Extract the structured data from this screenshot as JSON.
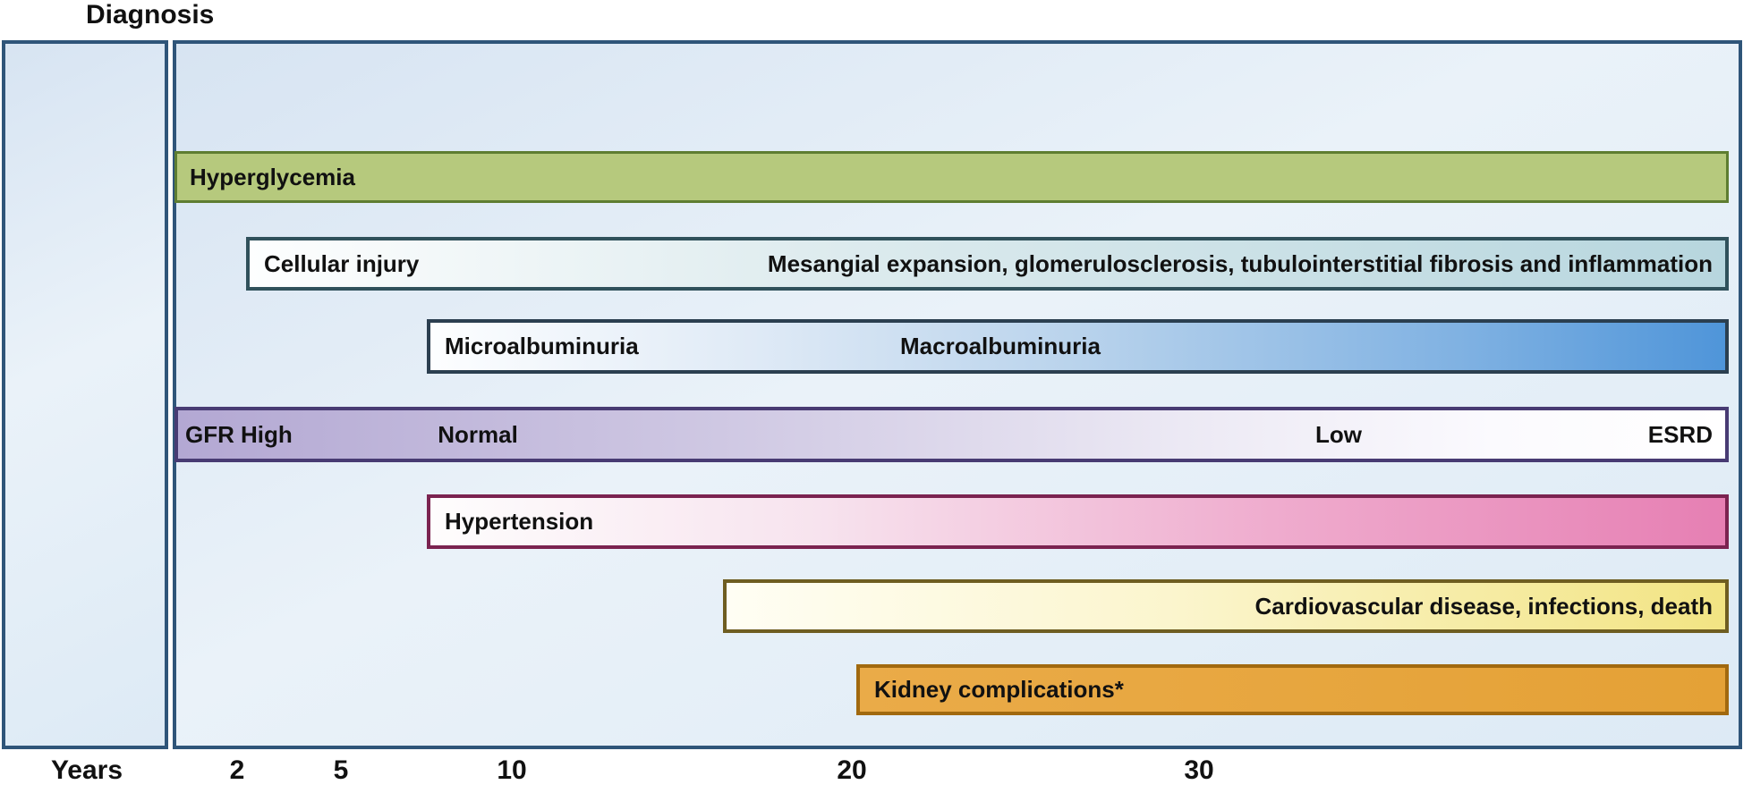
{
  "title": "Diagnosis",
  "axis": {
    "label": "Years",
    "ticks": [
      {
        "label": "2",
        "year": 2
      },
      {
        "label": "5",
        "year": 5
      },
      {
        "label": "10",
        "year": 10
      },
      {
        "label": "20",
        "year": 20
      },
      {
        "label": "30",
        "year": 30
      }
    ]
  },
  "bars": {
    "hyperglycemia": {
      "label": "Hyperglycemia",
      "start_year": 0,
      "fill": "#b6c97d",
      "border": "#5e7d31"
    },
    "cellular_injury": {
      "label": "Cellular injury",
      "detail": "Mesangial expansion, glomerulosclerosis, tubulointerstitial fibrosis and inflammation",
      "start_year": 2,
      "fill_left": "#fdfefe",
      "fill_right": "#b7d6de",
      "border": "#30515b"
    },
    "albuminuria": {
      "label_micro": "Microalbuminuria",
      "label_macro": "Macroalbuminuria",
      "start_year": 8,
      "fill_left": "#fdfeff",
      "fill_right": "#4f95d9",
      "border": "#2b3f50"
    },
    "gfr": {
      "prefix": "GFR",
      "stages": [
        "High",
        "Normal",
        "Low",
        "ESRD"
      ],
      "start_year": 0,
      "fill_left": "#b3a8d3",
      "fill_right": "#ffffff",
      "border": "#483b73"
    },
    "hypertension": {
      "label": "Hypertension",
      "start_year": 8,
      "fill_left": "#fefdfd",
      "fill_right": "#e67fb3",
      "border": "#7b2350"
    },
    "cardiovascular": {
      "label": "Cardiovascular disease, infections, death",
      "start_year": 16,
      "fill_left": "#fffef4",
      "fill_right": "#f2e483",
      "border": "#6e5d21"
    },
    "kidney": {
      "label": "Kidney complications*",
      "start_year": 20,
      "fill": "#e7a63e",
      "border": "#a1690f"
    }
  },
  "panel_colors": {
    "border": "#2f5579",
    "fill": "#e2edf7"
  }
}
